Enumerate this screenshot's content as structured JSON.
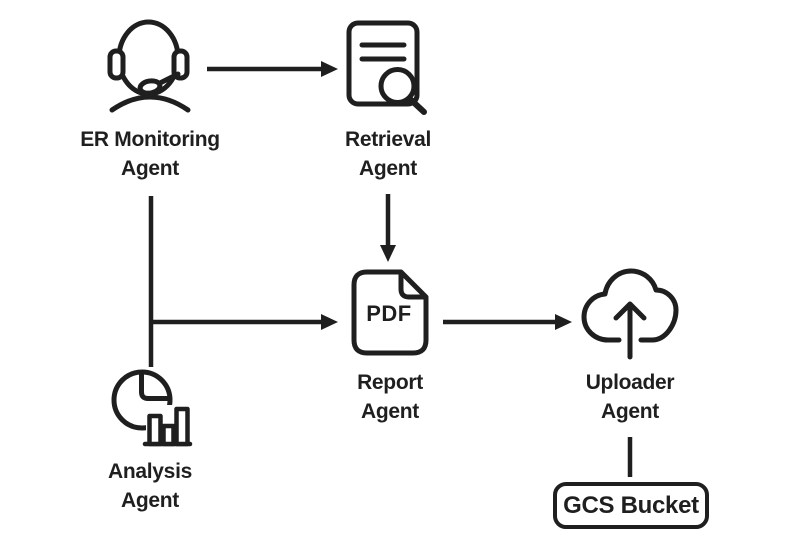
{
  "diagram": {
    "type": "flowchart",
    "background_color": "#ffffff",
    "ink_color": "#1f1f1f",
    "nodes": [
      {
        "id": "er-monitoring-agent",
        "label_line1": "ER Monitoring",
        "label_line2": "Agent",
        "icon": "headset-agent-icon"
      },
      {
        "id": "retrieval-agent",
        "label_line1": "Retrieval",
        "label_line2": "Agent",
        "icon": "document-search-icon"
      },
      {
        "id": "report-agent",
        "label_line1": "Report",
        "label_line2": "Agent",
        "icon": "pdf-file-icon",
        "badge": "PDF"
      },
      {
        "id": "analysis-agent",
        "label_line1": "Analysis",
        "label_line2": "Agent",
        "icon": "pie-bar-chart-icon"
      },
      {
        "id": "uploader-agent",
        "label_line1": "Uploader",
        "label_line2": "Agent",
        "icon": "cloud-upload-icon"
      },
      {
        "id": "gcs-bucket",
        "label_line1": "GCS Bucket",
        "shape": "rounded-rectangle"
      }
    ],
    "edges": [
      {
        "from": "er-monitoring-agent",
        "to": "retrieval-agent",
        "arrowhead": true,
        "direction": "right"
      },
      {
        "from": "retrieval-agent",
        "to": "report-agent",
        "arrowhead": true,
        "direction": "down"
      },
      {
        "from": "er-monitoring-agent",
        "to": "report-agent",
        "arrowhead": true,
        "direction": "down-then-right"
      },
      {
        "from": "er-monitoring-agent",
        "to": "analysis-agent",
        "arrowhead": false,
        "direction": "down"
      },
      {
        "from": "report-agent",
        "to": "uploader-agent",
        "arrowhead": true,
        "direction": "right"
      },
      {
        "from": "uploader-agent",
        "to": "gcs-bucket",
        "arrowhead": false,
        "direction": "down"
      }
    ]
  }
}
